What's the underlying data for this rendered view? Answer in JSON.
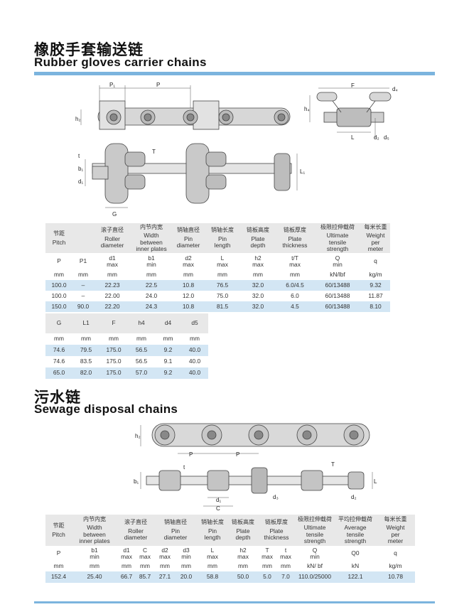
{
  "section1": {
    "title_cn": "橡胶手套输送链",
    "title_en": "Rubber gloves carrier chains",
    "diagram_labels": [
      "P1",
      "P",
      "h2",
      "T",
      "t",
      "b1",
      "d1",
      "L1",
      "G",
      "F",
      "d4",
      "h4",
      "L",
      "d2",
      "d5"
    ],
    "table1": {
      "cn_headers": [
        "节距",
        "",
        "滚子直径",
        "内节内宽",
        "销轴直径",
        "销轴长度",
        "链板高度",
        "链板厚度",
        "极限拉伸载荷",
        "每米长重"
      ],
      "en_headers": [
        "Pitch",
        "",
        "Roller\ndiameter",
        "Width\nbetween\ninner plates",
        "Pin\ndiameter",
        "Pin\nlength",
        "Plate\ndepth",
        "Plate\nthickness",
        "Ultimate\ntensile\nstrength",
        "Weight\nper\nmeter"
      ],
      "symbols": [
        "P",
        "P1",
        "d1\nmax",
        "b1\nmin",
        "d2\nmax",
        "L\nmax",
        "h2\nmax",
        "t/T\nmax",
        "Q\nmin",
        "q"
      ],
      "units": [
        "mm",
        "mm",
        "mm",
        "mm",
        "mm",
        "mm",
        "mm",
        "mm",
        "kN/lbf",
        "kg/m"
      ],
      "rows": [
        [
          "100.0",
          "–",
          "22.23",
          "22.5",
          "10.8",
          "76.5",
          "32.0",
          "6.0/4.5",
          "60/13488",
          "9.32"
        ],
        [
          "100.0",
          "–",
          "22.00",
          "24.0",
          "12.0",
          "75.0",
          "32.0",
          "6.0",
          "60/13488",
          "11.87"
        ],
        [
          "150.0",
          "90.0",
          "22.20",
          "24.3",
          "10.8",
          "81.5",
          "32.0",
          "4.5",
          "60/13488",
          "8.10"
        ]
      ]
    },
    "table2": {
      "symbols": [
        "G",
        "L1",
        "F",
        "h4",
        "d4",
        "d5"
      ],
      "units": [
        "mm",
        "mm",
        "mm",
        "mm",
        "mm",
        "mm"
      ],
      "rows": [
        [
          "74.6",
          "79.5",
          "175.0",
          "56.5",
          "9.2",
          "40.0"
        ],
        [
          "74.6",
          "83.5",
          "175.0",
          "56.5",
          "9.1",
          "40.0"
        ],
        [
          "65.0",
          "82.0",
          "175.0",
          "57.0",
          "9.2",
          "40.0"
        ]
      ]
    }
  },
  "section2": {
    "title_cn": "污水链",
    "title_en": "Sewage disposal chains",
    "diagram_labels": [
      "h2",
      "P",
      "P",
      "t",
      "T",
      "b1",
      "L",
      "d1",
      "d3",
      "C",
      "d2"
    ],
    "table": {
      "cn_headers": [
        "节距",
        "内节内宽",
        "滚子直径",
        "销轴直径",
        "销轴长度",
        "链板高度",
        "链板厚度",
        "极限拉伸载荷",
        "平均拉伸载荷",
        "每米长重"
      ],
      "en_headers": [
        "Pitch",
        "Width\nbetween\ninner plates",
        "Roller\ndiameter",
        "Pin\ndiameter",
        "Pin\nlength",
        "Plate\ndepth",
        "Plate\nthickness",
        "Ultimate\ntensile\nstrength",
        "Average\ntensile\nstrength",
        "Weight\nper\nmeter"
      ],
      "symbols": [
        "P",
        "b1\nmin",
        "d1\nmax",
        "C\nmax",
        "d2\nmax",
        "d3\nmin",
        "L\nmax",
        "h2\nmax",
        "T\nmax",
        "t\nmax",
        "Q\nmin",
        "Q0",
        "q"
      ],
      "units": [
        "mm",
        "mm",
        "mm",
        "mm",
        "mm",
        "mm",
        "mm",
        "mm",
        "mm",
        "mm",
        "kN/ bf",
        "kN",
        "kg/m"
      ],
      "rows": [
        [
          "152.4",
          "25.40",
          "66.7",
          "85.7",
          "27.1",
          "20.0",
          "58.8",
          "50.0",
          "5.0",
          "7.0",
          "110.0/25000",
          "122.1",
          "10.78"
        ]
      ]
    }
  }
}
